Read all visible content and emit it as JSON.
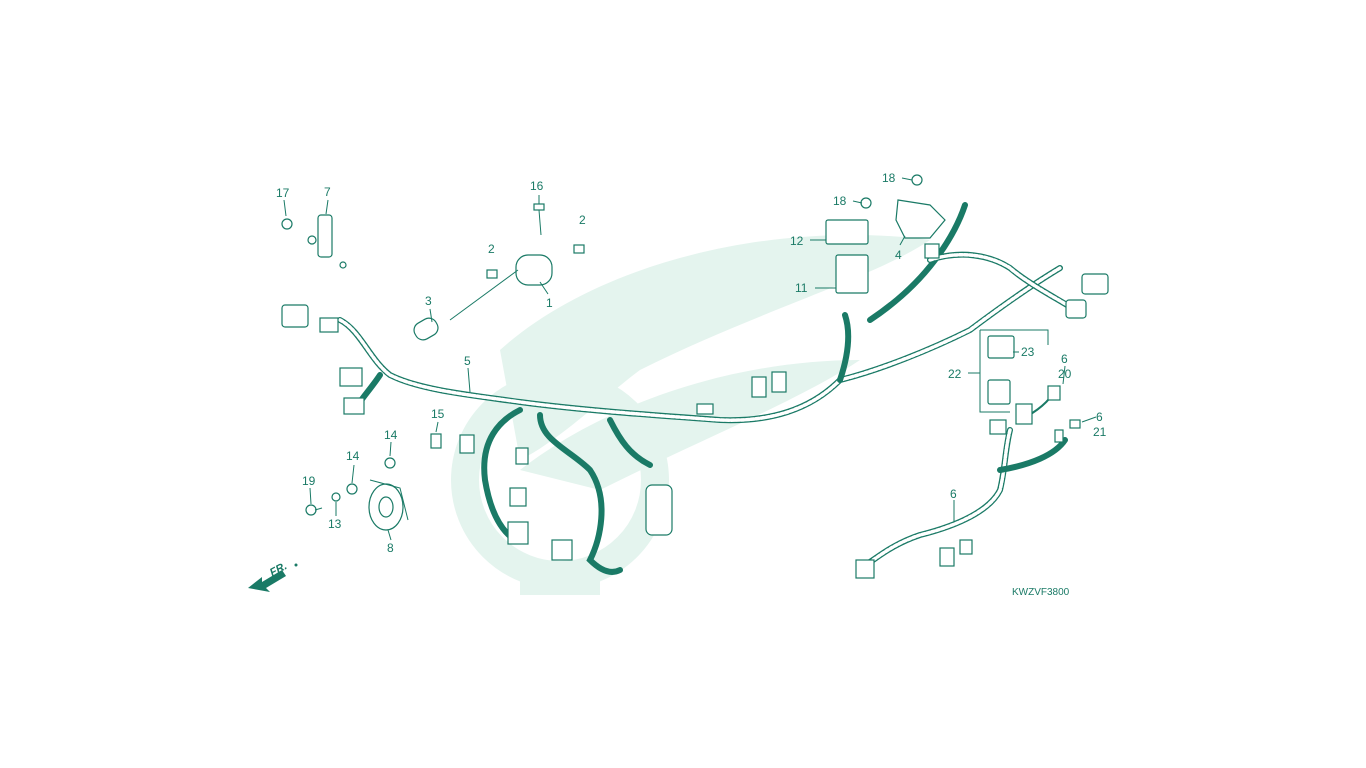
{
  "diagram": {
    "drawing_code": "KWZVF3800",
    "front_arrow_label": "FR.",
    "brand_colors": {
      "line": "#1a7a66",
      "watermark": "#e4f4ee"
    },
    "callouts": [
      {
        "id": "c17",
        "text": "17"
      },
      {
        "id": "c7",
        "text": "7"
      },
      {
        "id": "c16",
        "text": "16"
      },
      {
        "id": "c2a",
        "text": "2"
      },
      {
        "id": "c2b",
        "text": "2"
      },
      {
        "id": "c1",
        "text": "1"
      },
      {
        "id": "c3",
        "text": "3"
      },
      {
        "id": "c5",
        "text": "5"
      },
      {
        "id": "c15",
        "text": "15"
      },
      {
        "id": "c14a",
        "text": "14"
      },
      {
        "id": "c14b",
        "text": "14"
      },
      {
        "id": "c19",
        "text": "19"
      },
      {
        "id": "c13",
        "text": "13"
      },
      {
        "id": "c8",
        "text": "8"
      },
      {
        "id": "c18a",
        "text": "18"
      },
      {
        "id": "c18b",
        "text": "18"
      },
      {
        "id": "c12",
        "text": "12"
      },
      {
        "id": "c4",
        "text": "4"
      },
      {
        "id": "c11",
        "text": "11"
      },
      {
        "id": "c23",
        "text": "23"
      },
      {
        "id": "c22",
        "text": "22"
      },
      {
        "id": "c6a",
        "text": "6"
      },
      {
        "id": "c20",
        "text": "20"
      },
      {
        "id": "c6b",
        "text": "6"
      },
      {
        "id": "c21",
        "text": "21"
      },
      {
        "id": "c6c",
        "text": "6"
      }
    ]
  }
}
